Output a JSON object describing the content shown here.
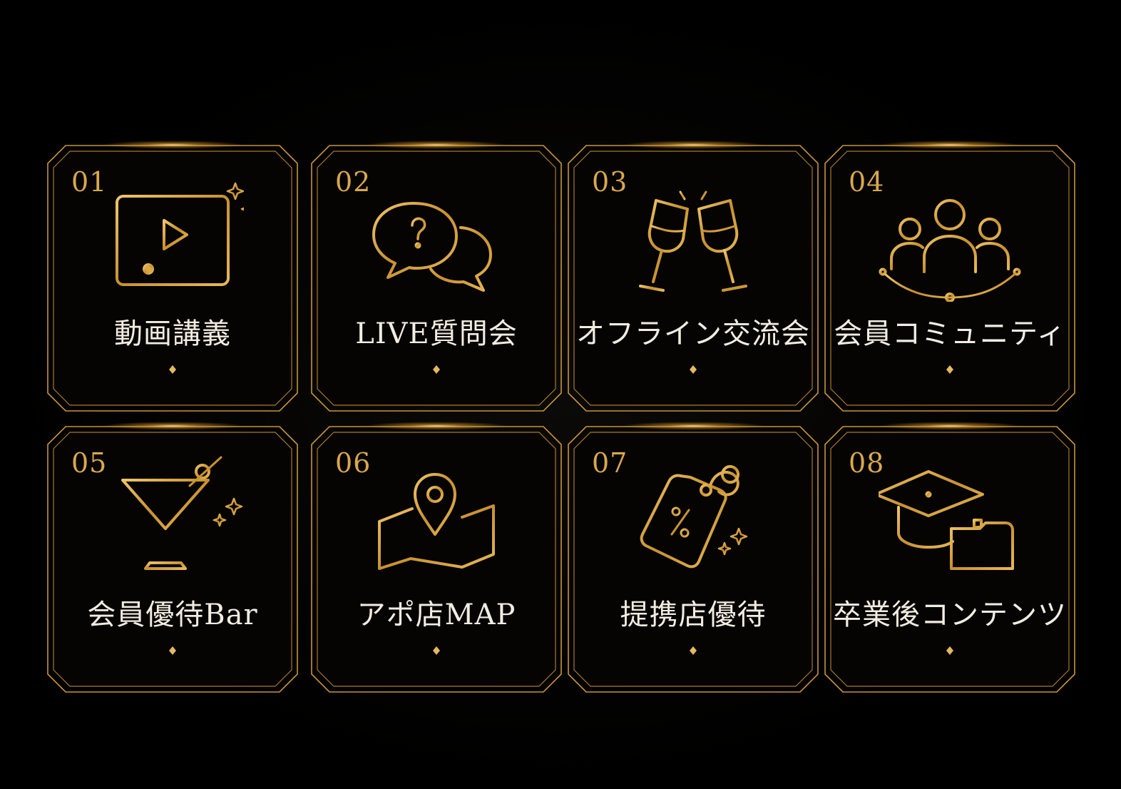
{
  "cards": [
    {
      "number": "01",
      "label": "動画講義",
      "icon": "video-play-icon"
    },
    {
      "number": "02",
      "label": "LIVE質問会",
      "icon": "question-chat-icon"
    },
    {
      "number": "03",
      "label": "オフライン交流会",
      "icon": "toast-glasses-icon"
    },
    {
      "number": "04",
      "label": "会員コミュニティ",
      "icon": "community-people-icon"
    },
    {
      "number": "05",
      "label": "会員優待Bar",
      "icon": "cocktail-icon"
    },
    {
      "number": "06",
      "label": "アポ店MAP",
      "icon": "map-pin-icon"
    },
    {
      "number": "07",
      "label": "提携店優待",
      "icon": "discount-tag-icon"
    },
    {
      "number": "08",
      "label": "卒業後コンテンツ",
      "icon": "graduation-cap-icon"
    }
  ],
  "colors": {
    "background": "#000000",
    "gold": "#d9a84e",
    "label": "#f3ece0"
  }
}
